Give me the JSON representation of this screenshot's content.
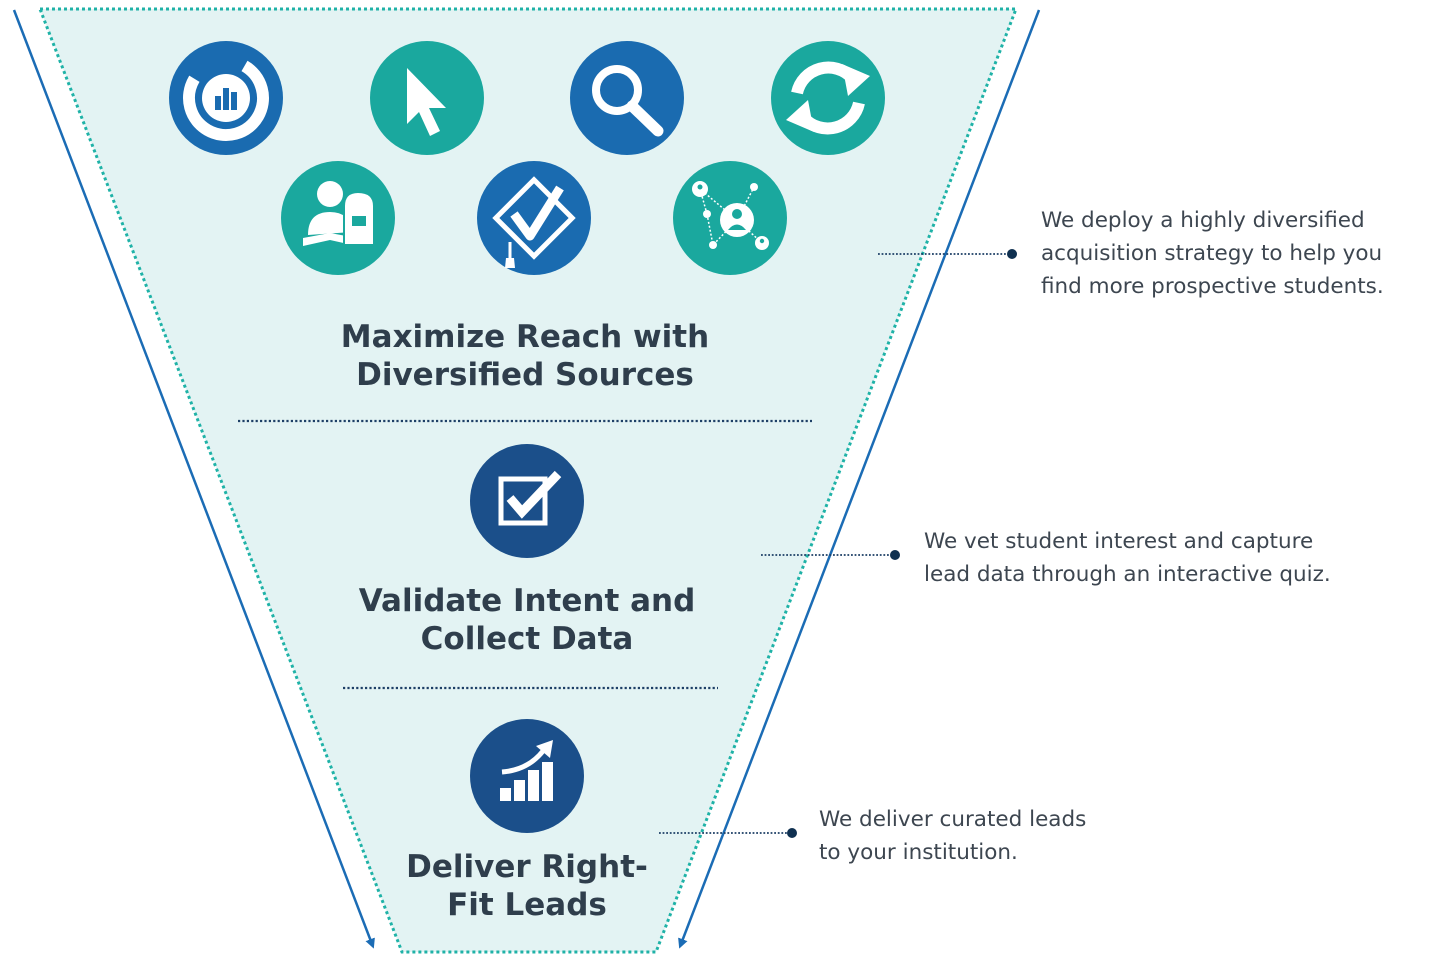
{
  "funnel": {
    "stages": [
      {
        "title_lines": [
          "Maximize Reach with",
          "Diversified Sources"
        ],
        "icons": [
          "analytics-donut-icon",
          "cursor-pointer-icon",
          "magnifier-icon",
          "refresh-cycle-icon",
          "student-reading-icon",
          "diploma-check-icon",
          "network-people-icon"
        ],
        "description_lines": [
          "We deploy a highly diversified",
          "acquisition strategy to help you",
          "find more prospective students."
        ]
      },
      {
        "title_lines": [
          "Validate Intent and",
          "Collect Data"
        ],
        "icons": [
          "checkbox-icon"
        ],
        "description_lines": [
          "We vet student interest and capture",
          "lead data through an interactive quiz."
        ]
      },
      {
        "title_lines": [
          "Deliver Right-",
          "Fit Leads"
        ],
        "icons": [
          "growth-chart-icon"
        ],
        "description_lines": [
          "We deliver curated leads",
          "to your institution."
        ]
      }
    ]
  },
  "colors": {
    "funnel_fill": "#e3f3f3",
    "funnel_border": "#1fb2a7",
    "arrow_blue": "#1b6cb5",
    "icon_blue": "#1a6bb0",
    "icon_teal": "#1aa89e",
    "icon_navy": "#1b4f8a",
    "title_text": "#2f3e4c",
    "connector": "#0f3050"
  }
}
